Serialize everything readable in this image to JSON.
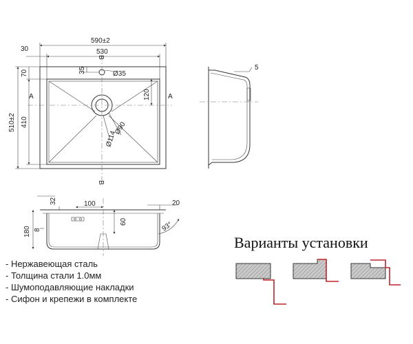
{
  "top_view": {
    "dims": {
      "overall_width": "590±2",
      "inner_width": "530",
      "side_margin": "30",
      "overall_depth": "510±2",
      "inner_depth": "410",
      "top_margin": "70",
      "tap_offset": "35",
      "tap_hole": "Ø35",
      "drain_offset": "120",
      "drain_outer": "Ø114",
      "drain_inner": "Ø90"
    },
    "section_marks": {
      "a_left": "A",
      "a_right": "A",
      "b_top": "B",
      "b_bottom": "B"
    }
  },
  "side_view": {
    "dims": {
      "rim": "5"
    }
  },
  "section_view": {
    "dims": {
      "rim_height": "32",
      "total_height": "180",
      "wall": "8",
      "drain_width": "100",
      "flange": "20",
      "drain_height": "60",
      "angle": "93°"
    }
  },
  "features": [
    "- Нержавеющая сталь",
    "- Толщина стали 1.0мм",
    "- Шумоподавляющие накладки",
    "- Сифон и крепежи в комплекте"
  ],
  "install": {
    "title": "Варианты установки",
    "colors": {
      "sink_fill": "#bdbdbd",
      "cabinet_line": "#c0202a"
    }
  }
}
